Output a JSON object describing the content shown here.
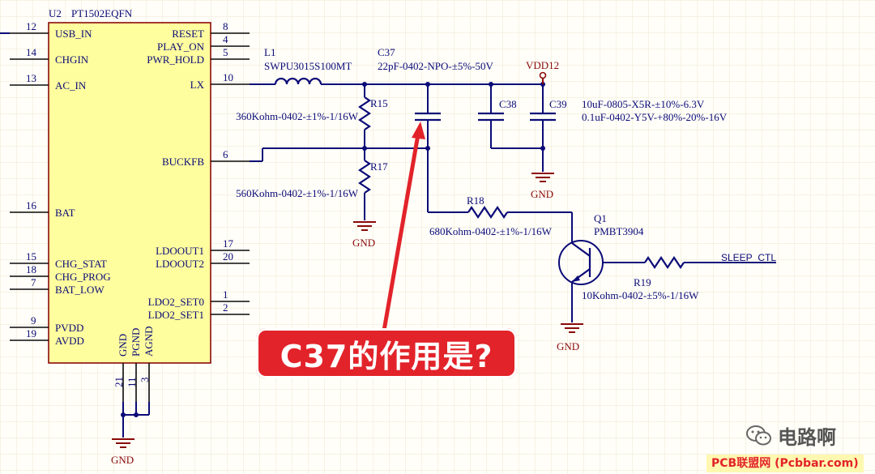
{
  "ic": {
    "ref": "U2",
    "part": "PT1502EQFN",
    "left_pins": [
      {
        "num": "12",
        "name": "USB_IN"
      },
      {
        "num": "14",
        "name": "CHGIN"
      },
      {
        "num": "13",
        "name": "AC_IN"
      },
      {
        "num": "16",
        "name": "BAT"
      },
      {
        "num": "15",
        "name": "CHG_STAT"
      },
      {
        "num": "18",
        "name": "CHG_PROG"
      },
      {
        "num": "7",
        "name": "BAT_LOW"
      },
      {
        "num": "9",
        "name": "PVDD"
      },
      {
        "num": "19",
        "name": "AVDD"
      }
    ],
    "right_pins": [
      {
        "num": "8",
        "name": "RESET"
      },
      {
        "num": "4",
        "name": "PLAY_ON"
      },
      {
        "num": "5",
        "name": "PWR_HOLD"
      },
      {
        "num": "10",
        "name": "LX"
      },
      {
        "num": "6",
        "name": "BUCKFB"
      },
      {
        "num": "17",
        "name": "LDOOUT1"
      },
      {
        "num": "20",
        "name": "LDOOUT2"
      },
      {
        "num": "1",
        "name": "LDO2_SET0"
      },
      {
        "num": "2",
        "name": "LDO2_SET1"
      }
    ],
    "bottom_pins": [
      {
        "num": "21",
        "name": "GND"
      },
      {
        "num": "11",
        "name": "PGND"
      },
      {
        "num": "3",
        "name": "AGND"
      }
    ]
  },
  "components": {
    "l1": {
      "ref": "L1",
      "value": "SWPU3015S100MT"
    },
    "c37": {
      "ref": "C37",
      "value": "22pF-0402-NPO-±5%-50V"
    },
    "vdd": "VDD12",
    "c38": {
      "ref": "C38",
      "value": "10uF-0805-X5R-±10%-6.3V"
    },
    "c39": {
      "ref": "C39",
      "value": "0.1uF-0402-Y5V-+80%-20%-16V"
    },
    "r15": {
      "ref": "R15",
      "value": "360Kohm-0402-±1%-1/16W"
    },
    "r17": {
      "ref": "R17",
      "value": "560Kohm-0402-±1%-1/16W"
    },
    "r18": {
      "ref": "R18",
      "value": "680Kohm-0402-±1%-1/16W"
    },
    "q1": {
      "ref": "Q1",
      "value": "PMBT3904"
    },
    "r19": {
      "ref": "R19",
      "value": "10Kohm-0402-±5%-1/16W"
    },
    "net_sleep": "SLEEP_CTL",
    "gnd": "GND"
  },
  "callout": {
    "text": "C37的作用是?",
    "color": "#e2232a"
  },
  "watermark": {
    "text": "电路啊",
    "icon": "wechat-icon"
  },
  "footer": {
    "text": "PCB联盟网 (Pcbbar.com)"
  }
}
